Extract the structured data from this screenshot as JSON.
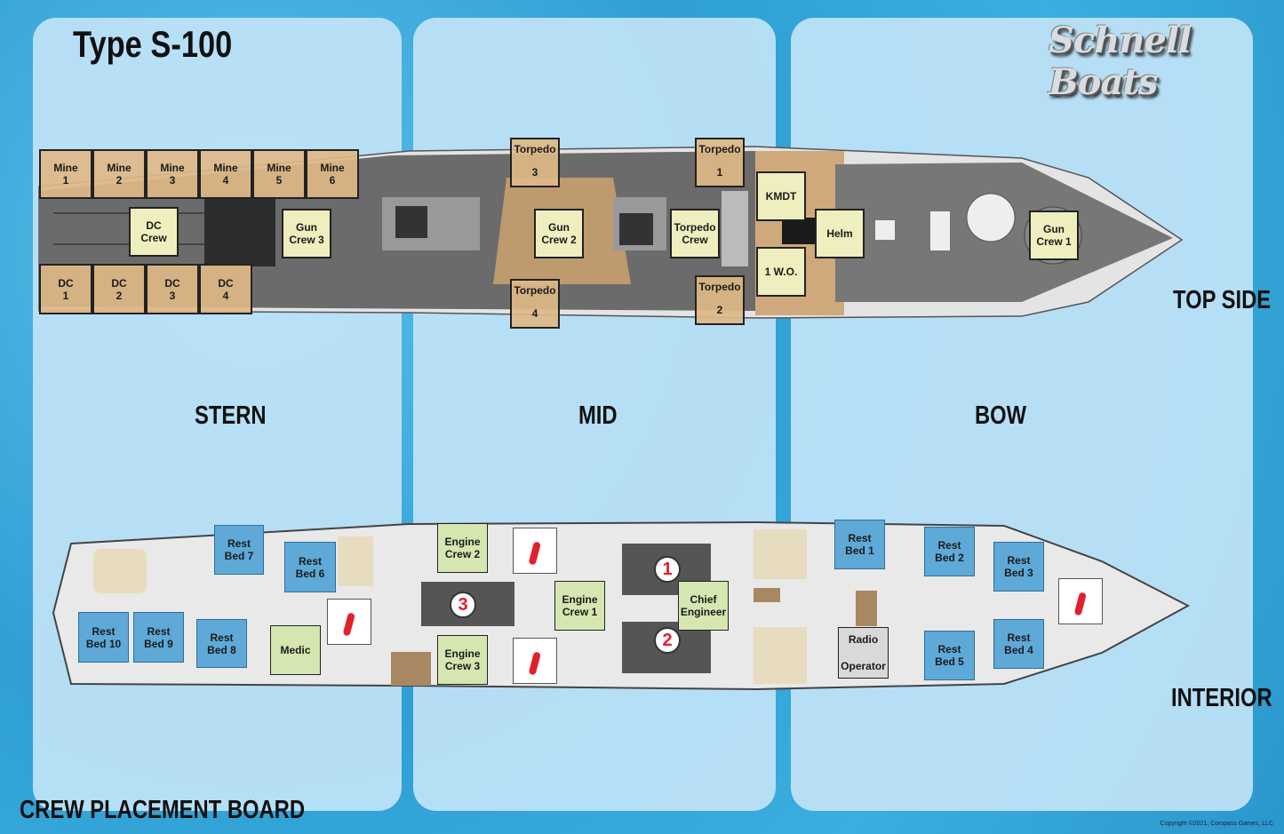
{
  "title": "Type S-100",
  "logo": "Schnell Boats",
  "board_label": "CREW PLACEMENT BOARD",
  "copyright": "Copyright ©2021, Compass Games, LLC",
  "sections": {
    "stern": "STERN",
    "mid": "MID",
    "bow": "BOW"
  },
  "views": {
    "top": "TOP SIDE",
    "interior": "INTERIOR"
  },
  "colors": {
    "water": "#35a7d9",
    "panel": "#bfe3f7",
    "deck": "#6e6e6e",
    "tan": "#deb887",
    "blue": "#5ea9d8",
    "green": "#d6e6b0",
    "yellow": "#eeeebf"
  },
  "top": {
    "mines": [
      [
        "Mine",
        "1"
      ],
      [
        "Mine",
        "2"
      ],
      [
        "Mine",
        "3"
      ],
      [
        "Mine",
        "4"
      ],
      [
        "Mine",
        "5"
      ],
      [
        "Mine",
        "6"
      ]
    ],
    "dcs": [
      [
        "DC",
        "1"
      ],
      [
        "DC",
        "2"
      ],
      [
        "DC",
        "3"
      ],
      [
        "DC",
        "4"
      ]
    ],
    "dc_crew": [
      "DC",
      "Crew"
    ],
    "gun_crew_3": [
      "Gun",
      "Crew 3"
    ],
    "gun_crew_2": [
      "Gun",
      "Crew 2"
    ],
    "gun_crew_1": [
      "Gun",
      "Crew 1"
    ],
    "torpedo_crew": [
      "Torpedo",
      "Crew"
    ],
    "torpedoes": [
      [
        "Torpedo",
        "3"
      ],
      [
        "Torpedo",
        "1"
      ],
      [
        "Torpedo",
        "4"
      ],
      [
        "Torpedo",
        "2"
      ]
    ],
    "kmdt": "KMDT",
    "wo": "1 W.O.",
    "helm": "Helm"
  },
  "interior": {
    "beds": [
      [
        "Rest",
        "Bed 7"
      ],
      [
        "Rest",
        "Bed 6"
      ],
      [
        "Rest",
        "Bed 10"
      ],
      [
        "Rest",
        "Bed 9"
      ],
      [
        "Rest",
        "Bed 8"
      ],
      [
        "Rest",
        "Bed 1"
      ],
      [
        "Rest",
        "Bed 2"
      ],
      [
        "Rest",
        "Bed 3"
      ],
      [
        "Rest",
        "Bed 5"
      ],
      [
        "Rest",
        "Bed 4"
      ]
    ],
    "medic": "Medic",
    "engine_crew_2": [
      "Engine",
      "Crew 2"
    ],
    "engine_crew_3": [
      "Engine",
      "Crew 3"
    ],
    "engine_crew_1": [
      "Engine",
      "Crew 1"
    ],
    "chief": [
      "Chief",
      "Engineer"
    ],
    "radio": [
      "Radio",
      "Operator"
    ],
    "engines": [
      "1",
      "2",
      "3"
    ]
  }
}
